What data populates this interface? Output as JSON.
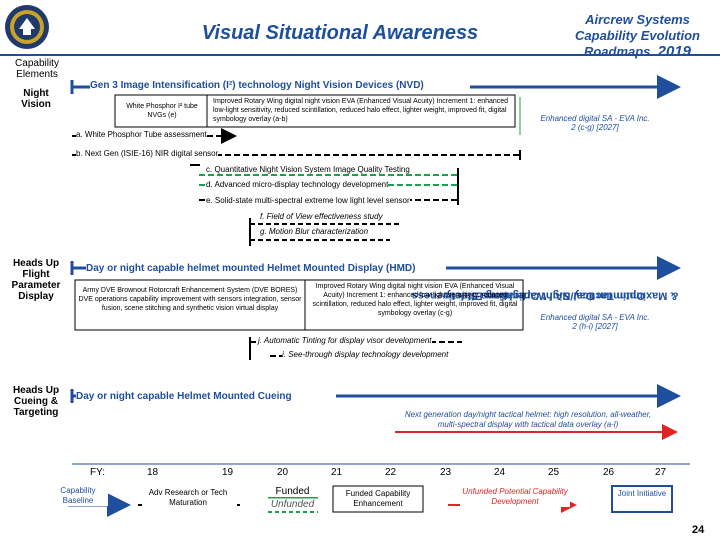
{
  "header": {
    "title": "Visual Situational Awareness",
    "aircrew_line1": "Aircrew Systems",
    "aircrew_line2": "Capability Evolution",
    "aircrew_line3": "Roadmaps",
    "aircrew_year": "2019"
  },
  "capability_elements_label": "Capability Elements",
  "rows": {
    "night_vision": {
      "label": "Night Vision",
      "title": "Gen 3 Image Intensification (I²) technology Night Vision Devices (NVD)",
      "phosphor": "White Phosphor I² tube NVGs (e)",
      "improved": "Improved Rotary Wing digital night vision EVA (Enhanced Visual Acuity) Increment 1: enhanced low-light sensitivity, reduced scintillation, reduced halo effect, lighter weight, improved fit, digital symbology overlay (a-b)",
      "enhanced": "Enhanced digital SA - EVA Inc. 2 (c-g) [2027]",
      "a": "a. White Phosphor Tube assessment",
      "b": "b. Next Gen (ISIE-16) NIR digital sensor",
      "c": "c. Quantitative Night Vision System Image Quality Testing",
      "d": "d. Advanced micro-display technology development",
      "e": "e. Solid-state multi-spectral extreme low light level sensor",
      "f": "f. Field of View effectiveness study",
      "g": "g. Motion Blur characterization"
    },
    "hud": {
      "label": "Heads Up Flight Parameter Display",
      "title": "Day or night capable helmet mounted Helmet Mounted Display (HMD)",
      "army": "Army DVE Brownout Rotorcraft Enhancement System (DVE BORES) DVE operations capability improvement with sensors integration, sensor fusion, scene stitching and synthetic vision virtual display",
      "improved": "Improved Rotary Wing digital night vision EVA (Enhanced Visual Acuity) Increment 1: enhanced low-light sensitivity, reduced scintillation, reduced halo effect, lighter weight, improved fit, digital symbology overlay (c-g)",
      "enhanced": "Enhanced digital SA - EVA Inc. 2 (h-i) [2027]",
      "j": "j. Automatic Tinting for display visor development",
      "i": "i. See-through display technology development"
    },
    "cueing": {
      "label": "Heads Up Cueing & Targeting",
      "title": "Day or night capable Helmet Mounted Cueing",
      "next_gen": "Next generation day/night tactical helmet: high resolution, all-weather, multi-spectral display with tactical data overlay (a-l)"
    }
  },
  "right_side": {
    "line1": "Optimum Day/Night Operations Safety",
    "line2": "& Maximum Tactical SA / Warfighting Effectiveness"
  },
  "fy": {
    "label": "FY:",
    "years": [
      "18",
      "19",
      "20",
      "21",
      "22",
      "23",
      "24",
      "25",
      "26",
      "27"
    ]
  },
  "legend": {
    "baseline": "Capability Baseline",
    "adv": "Adv Research or Tech Maturation",
    "funded": "Funded",
    "unfunded": "Unfunded",
    "funded_cap": "Funded Capability Enhancement",
    "unfunded_pot": "Unfunded Potential Capability Development",
    "joint": "Joint Initiative"
  },
  "page_number": "24",
  "colors": {
    "brand_blue": "#1f4e9c",
    "arrow_green": "#16a34a",
    "arrow_red": "#dc2626",
    "dash_black": "#000000"
  }
}
